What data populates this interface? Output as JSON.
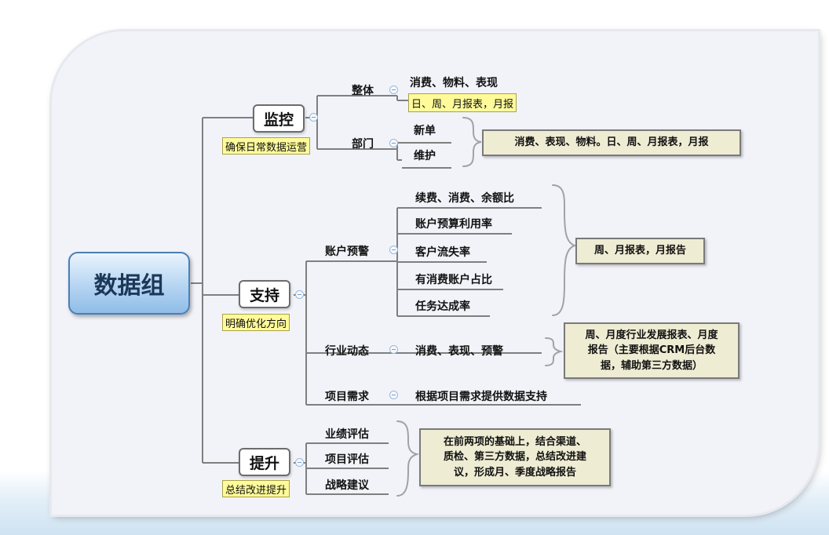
{
  "root": {
    "label": "数据组"
  },
  "monitor": {
    "label": "监控",
    "note": "确保日常数据运营",
    "overall": {
      "label": "整体",
      "items": [
        "消费、物料、表现"
      ],
      "note": "日、周、月报表，月报"
    },
    "department": {
      "label": "部门",
      "items": [
        "新单",
        "维护"
      ],
      "summary": "消费、表现、物料。日、周、月报表，月报"
    }
  },
  "support": {
    "label": "支持",
    "note": "明确优化方向",
    "account_warning": {
      "label": "账户预警",
      "items": [
        "续费、消费、余额比",
        "账户预算利用率",
        "客户流失率",
        "有消费账户占比",
        "任务达成率"
      ],
      "summary": "周、月报表，月报告"
    },
    "industry": {
      "label": "行业动态",
      "item": "消费、表现、预警",
      "summary_lines": [
        "周、月度行业发展报表、月度",
        "报告（主要根据CRM后台数",
        "据，辅助第三方数据）"
      ]
    },
    "project": {
      "label": "项目需求",
      "item": "根据项目需求提供数据支持"
    }
  },
  "improve": {
    "label": "提升",
    "note": "总结改进提升",
    "items": [
      "业绩评估",
      "项目评估",
      "战略建议"
    ],
    "summary_lines": [
      "在前两项的基础上，结合渠道、",
      "质检、第三方数据，总结改进建",
      "议，形成月、季度战略报告"
    ]
  },
  "colors": {
    "root_fill": "#9cc7ec",
    "note_fill": "#fffb9a",
    "callout_fill": "#eeecd3",
    "line": "#7f7f7f"
  }
}
